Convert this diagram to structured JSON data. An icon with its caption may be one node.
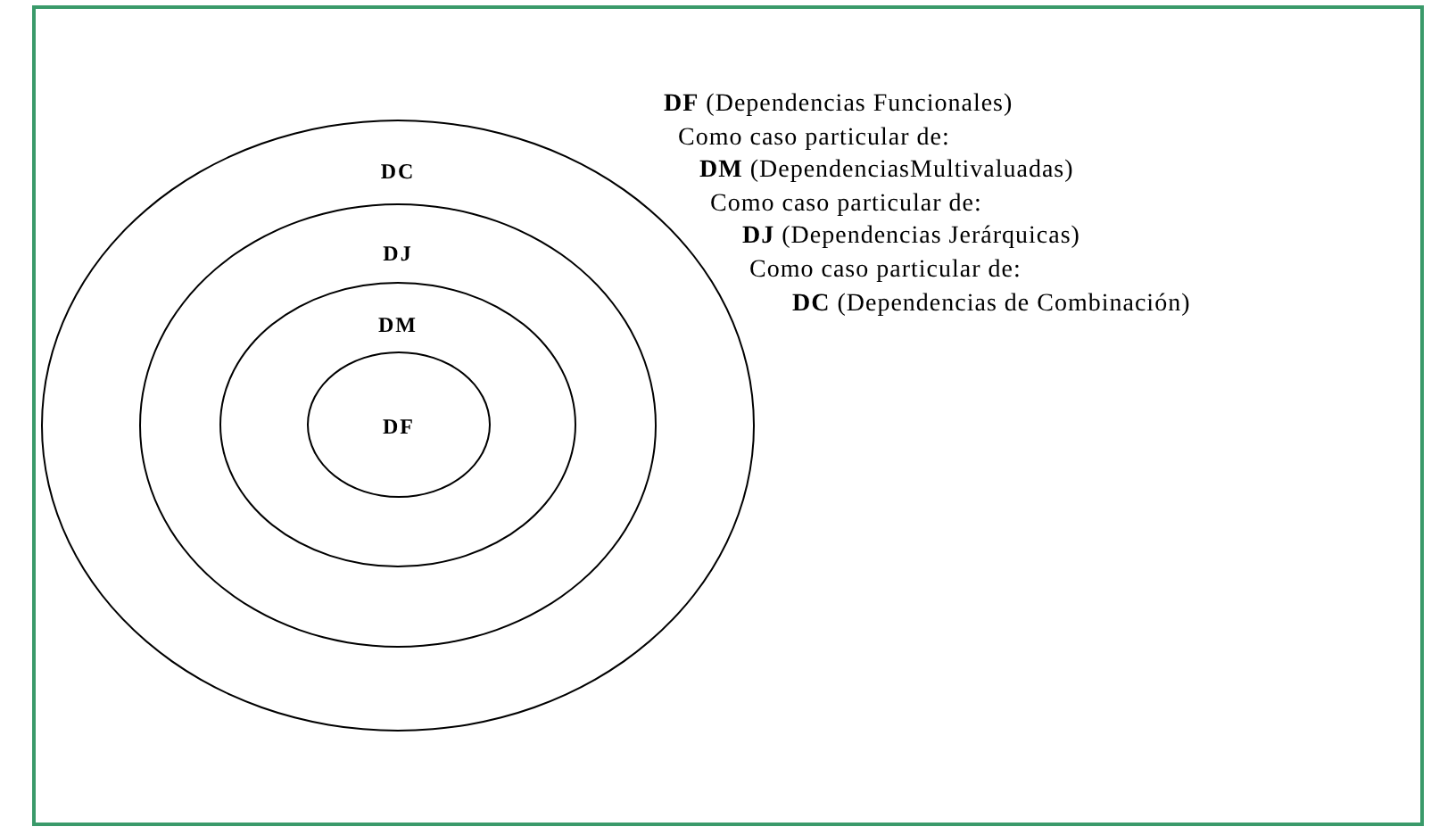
{
  "diagram": {
    "nodes": [
      {
        "text": [
          "DC"
        ]
      },
      {
        "text": [
          "DJ"
        ],
        "in": 0
      },
      {
        "text": [
          "DM"
        ],
        "in": 1
      },
      {
        "text": [
          "DF"
        ],
        "in": 2
      }
    ],
    "labels": [
      "**DF** (Dependencias Funcionales)",
      "Como caso particular de:",
      "**DM** (DependenciasMultivaluadas)",
      "Como caso particular de:",
      "**DJ** (Dependencias Jerárquicas)",
      "Como caso particular de:",
      "**DC** (Dependencias de Combinación)"
    ]
  }
}
